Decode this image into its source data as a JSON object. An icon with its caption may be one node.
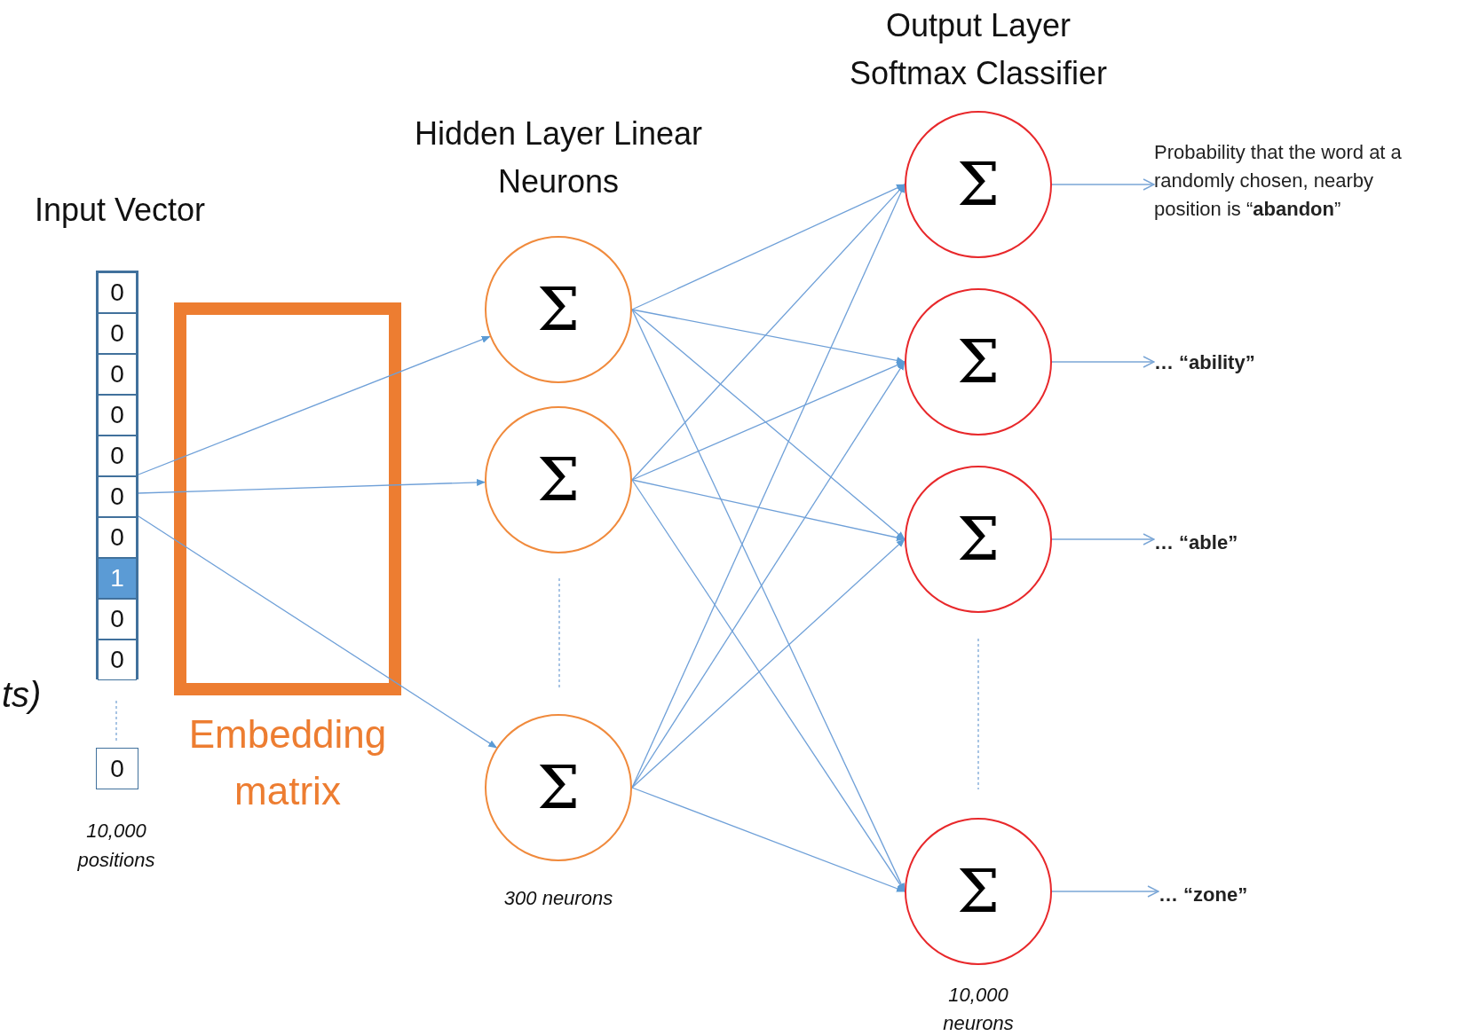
{
  "diagram": {
    "nodes": [
      {
        "text": [],
        "shape": "box"
      },
      {
        "text": [
          "0"
        ],
        "in": 0
      },
      {
        "text": [
          "0"
        ],
        "in": 0
      },
      {
        "text": [
          "0"
        ],
        "in": 0
      },
      {
        "text": [
          "0"
        ],
        "in": 0
      },
      {
        "text": [
          "0"
        ],
        "in": 0
      },
      {
        "text": [
          "0"
        ],
        "in": 0
      },
      {
        "text": [
          "0"
        ],
        "in": 0
      },
      {
        "text": [
          "1"
        ],
        "in": 0
      },
      {
        "text": [
          "0"
        ],
        "in": 0
      },
      {
        "text": [
          "0"
        ],
        "in": 0
      },
      {
        "text": [
          "0"
        ]
      },
      {
        "text": [
          "Embedding matrix"
        ]
      },
      {
        "text": [
          "Σ"
        ]
      },
      {
        "text": [
          "Σ"
        ]
      },
      {
        "text": [
          "Σ"
        ]
      },
      {
        "text": [
          "Σ"
        ]
      },
      {
        "text": [
          "Σ"
        ]
      },
      {
        "text": [
          "Σ"
        ]
      },
      {
        "text": [
          "Σ"
        ]
      },
      {
        "text": [
          "Probability that the word at a randomly chosen, nearby position is “**abandon**”"
        ]
      },
      {
        "text": [
          "… “ability”"
        ]
      },
      {
        "text": [
          "… “able”"
        ]
      },
      {
        "text": [
          "… “zone”"
        ]
      }
    ],
    "edges": [
      {
        "from": 0,
        "to": 13,
        "arrow": "to"
      },
      {
        "from": 0,
        "to": 14,
        "arrow": "to"
      },
      {
        "from": 0,
        "to": 15,
        "arrow": "to"
      },
      {
        "from": 13,
        "to": 16,
        "arrow": "to"
      },
      {
        "from": 13,
        "to": 17,
        "arrow": "to"
      },
      {
        "from": 13,
        "to": 18,
        "arrow": "to"
      },
      {
        "from": 13,
        "to": 19,
        "arrow": "to"
      },
      {
        "from": 14,
        "to": 16,
        "arrow": "to"
      },
      {
        "from": 14,
        "to": 17,
        "arrow": "to"
      },
      {
        "from": 14,
        "to": 18,
        "arrow": "to"
      },
      {
        "from": 14,
        "to": 19,
        "arrow": "to"
      },
      {
        "from": 15,
        "to": 16,
        "arrow": "to"
      },
      {
        "from": 15,
        "to": 17,
        "arrow": "to"
      },
      {
        "from": 15,
        "to": 18,
        "arrow": "to"
      },
      {
        "from": 15,
        "to": 19,
        "arrow": "to"
      },
      {
        "from": 16,
        "to": 20,
        "arrow": "to"
      },
      {
        "from": 17,
        "to": 21,
        "arrow": "to"
      },
      {
        "from": 18,
        "to": 22,
        "arrow": "to"
      },
      {
        "from": 19,
        "to": 23,
        "arrow": "to"
      }
    ],
    "labels": [
      "Output Layer Softmax Classifier",
      "Hidden Layer Linear Neurons",
      "Input Vector",
      "ts)",
      "10,000 positions",
      "300 neurons",
      "10,000 neurons"
    ]
  }
}
